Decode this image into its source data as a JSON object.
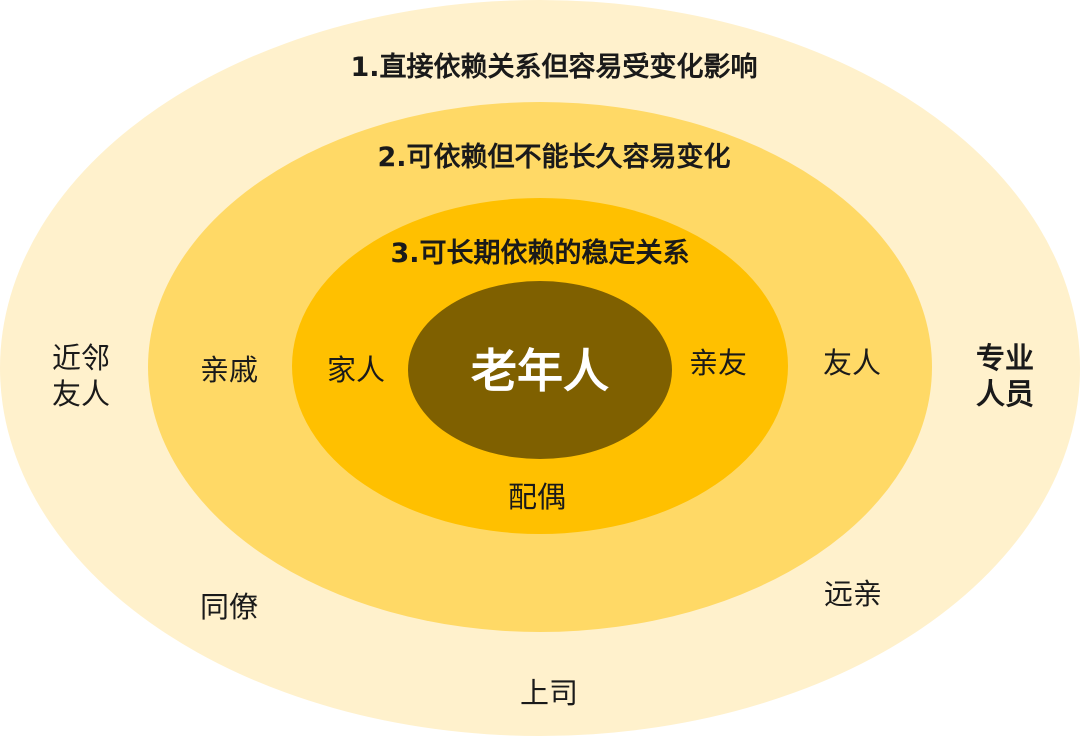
{
  "colors": {
    "ring_outer": "#fff1cc",
    "ring_middle": "#ffd966",
    "ring_inner": "#ffc000",
    "core": "#7f6000",
    "core_text": "#ffffff",
    "text": "#1a1a1a"
  },
  "center": {
    "label": "老年人"
  },
  "layers": {
    "outer": {
      "title": "1.直接依赖关系但容易受变化影响"
    },
    "middle": {
      "title": "2.可依赖但不能长久容易变化"
    },
    "inner": {
      "title": "3.可长期依赖的稳定关系"
    }
  },
  "members": {
    "inner": {
      "family": "家人",
      "relatives_friends": "亲友",
      "spouse": "配偶"
    },
    "middle": {
      "kin": "亲戚",
      "friends": "友人",
      "colleagues": "同僚",
      "distant_relatives": "远亲"
    },
    "outer": {
      "neighbors_line1": "近邻",
      "neighbors_line2": "友人",
      "professionals_line1": "专业",
      "professionals_line2": "人员",
      "boss": "上司"
    }
  }
}
